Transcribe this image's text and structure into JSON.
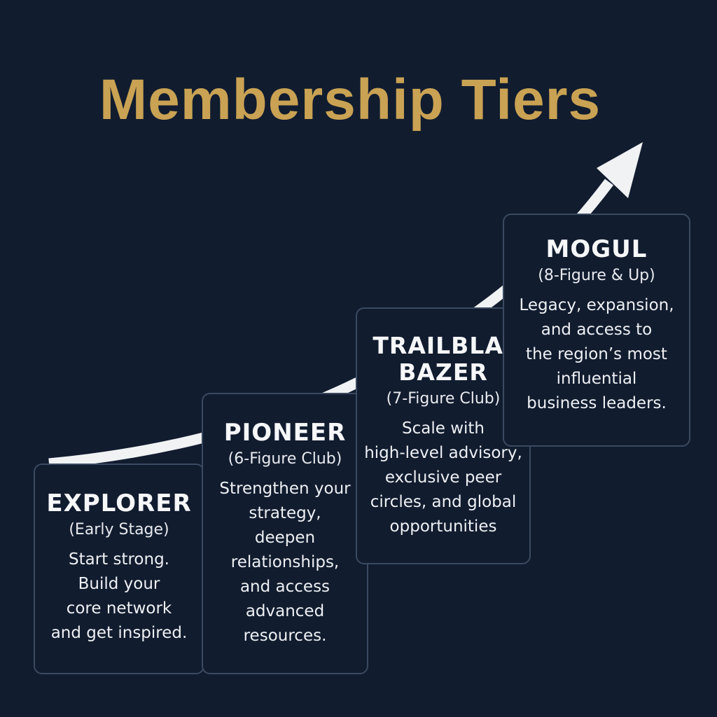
{
  "title": "Membership Tiers",
  "colors": {
    "background": "#111c2f",
    "title": "#c9a253",
    "card_border": "#3b4a60",
    "arrow": "#f1f2f4",
    "text": "#f2f3f5"
  },
  "arrow": {
    "icon": "growth-arrow-icon",
    "direction": "up-right"
  },
  "tiers": [
    {
      "name": "EXPLORER",
      "subtitle": "(Early Stage)",
      "description": "Start strong.\nBuild your\ncore network\nand get inspired."
    },
    {
      "name": "PIONEER",
      "subtitle": "(6-Figure Club)",
      "description": "Strengthen your\nstrategy,\ndeepen\nrelationships,\nand access\nadvanced\nresources."
    },
    {
      "name": "TRAILBLA-\nBAZER",
      "subtitle": "(7-Figure Club)",
      "description": "Scale with\nhigh-level advisory,\nexclusive peer\ncircles, and global\nopportunities"
    },
    {
      "name": "MOGUL",
      "subtitle": "(8-Figure & Up)",
      "description": "Legacy, expansion,\nand access to\nthe region’s most\ninfluential\nbusiness leaders."
    }
  ]
}
